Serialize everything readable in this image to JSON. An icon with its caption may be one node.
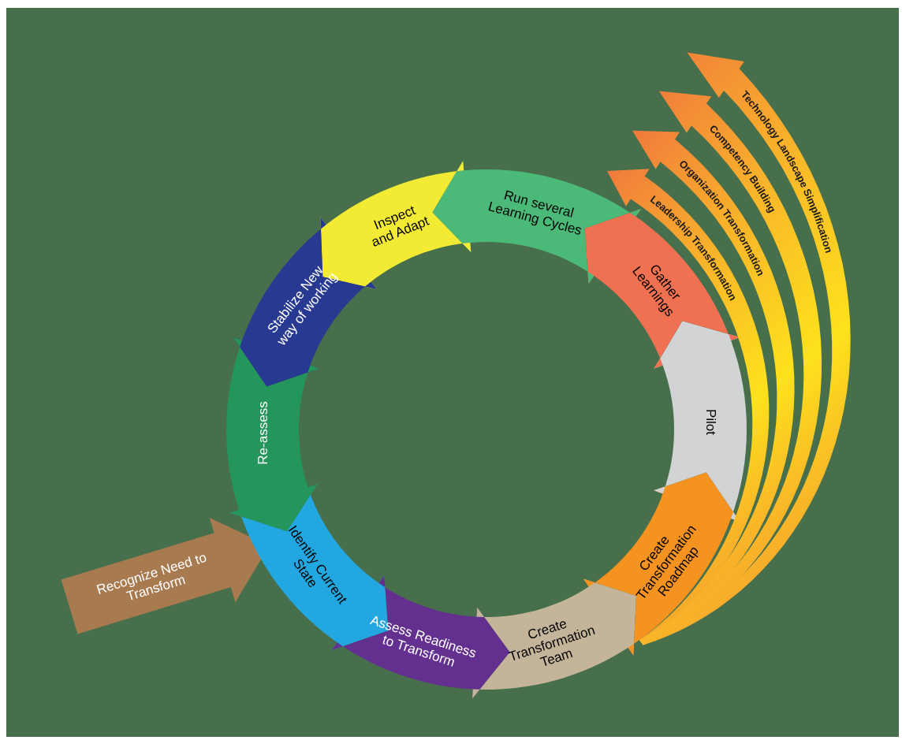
{
  "diagram": {
    "nodes": [
      {
        "text": [
          "Recognize Need to Transform"
        ]
      },
      {
        "text": [
          "Identify Current State"
        ]
      },
      {
        "text": [
          "Assess Readiness to Transform"
        ]
      },
      {
        "text": [
          "Create Transformation Team"
        ]
      },
      {
        "text": [
          "Create Transformation Roadmap"
        ]
      },
      {
        "text": [
          "Pilot"
        ]
      },
      {
        "text": [
          "Gather Learnings"
        ]
      },
      {
        "text": [
          "Run several Learning Cycles"
        ]
      },
      {
        "text": [
          "Inspect and Adapt"
        ]
      },
      {
        "text": [
          "Stabilize New way of working"
        ]
      },
      {
        "text": [
          "Re-assess"
        ]
      },
      {
        "text": [
          "Leadership Transformation"
        ]
      },
      {
        "text": [
          "Organization Transformation"
        ]
      },
      {
        "text": [
          "Competency Building"
        ]
      },
      {
        "text": [
          "Technology Landscape Simplification"
        ]
      }
    ]
  }
}
